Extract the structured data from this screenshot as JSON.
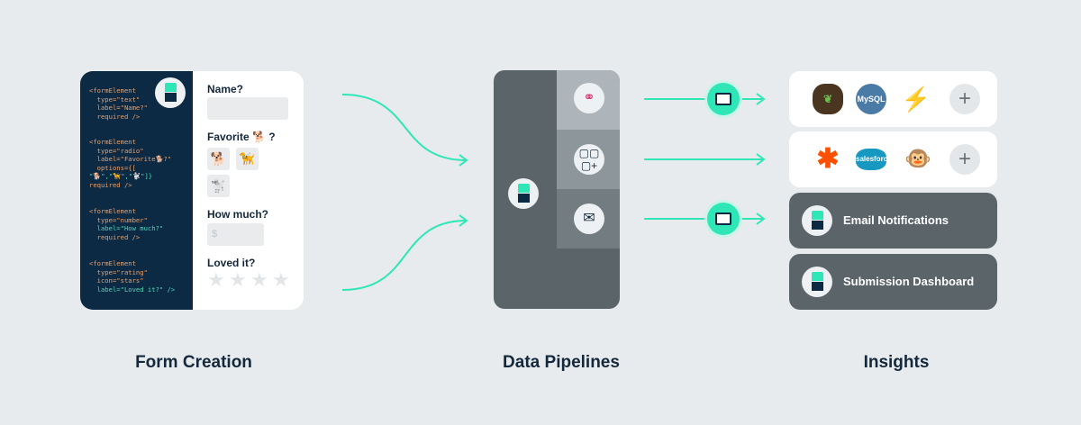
{
  "code": [
    [
      "<formElement",
      "  type=\"text\"",
      "  label=\"Name?\"",
      "  required />"
    ],
    [
      "<formElement",
      "  type=\"radio\"",
      "  label=\"Favorite🐕?\"",
      "  options={[",
      "\"🐕\",\"🦮\",\"🐩\"]}",
      "required />"
    ],
    [
      "<formElement",
      "  type=\"number\"",
      "  label=\"How much?\"",
      "  required />"
    ],
    [
      "<formElement",
      "  type=\"rating\"",
      "  icon=\"stars\"",
      "  label=\"Loved it?\" />"
    ]
  ],
  "form": {
    "name_label": "Name?",
    "favorite_label": "Favorite 🐕 ?",
    "options": [
      "🐕",
      "🦮",
      "🐩"
    ],
    "how_much_label": "How much?",
    "currency_placeholder": "$",
    "loved_label": "Loved it?",
    "stars": [
      "★",
      "★",
      "★",
      "★"
    ]
  },
  "insights": {
    "db_logos": [
      "MySQL"
    ],
    "apps": [
      "salesforce"
    ],
    "email_notifications": "Email Notifications",
    "submission_dashboard": "Submission Dashboard",
    "plus": "+"
  },
  "titles": {
    "form_creation": "Form Creation",
    "data_pipelines": "Data Pipelines",
    "insights": "Insights"
  },
  "colors": {
    "accent": "#2ee6b6",
    "navy": "#0d2a44",
    "slate": "#5b6469"
  }
}
